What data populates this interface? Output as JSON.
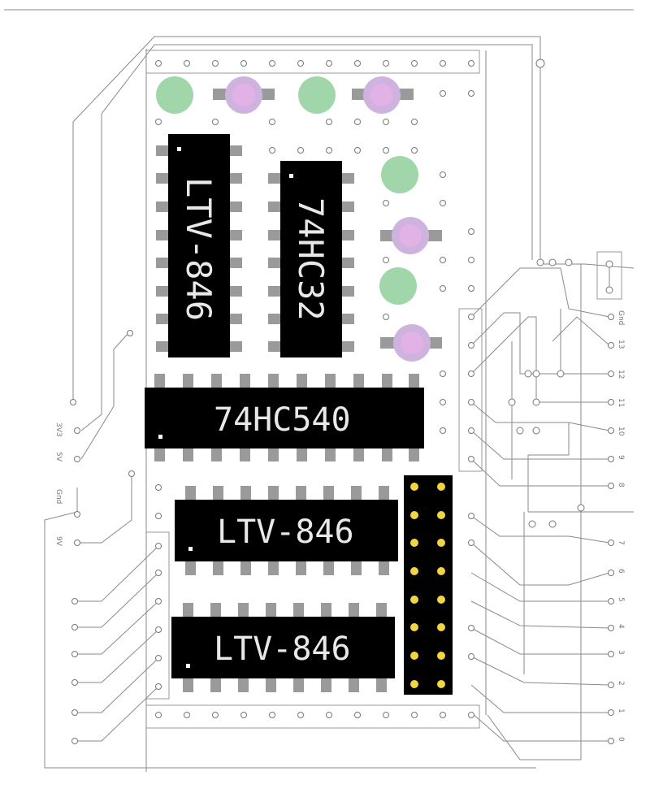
{
  "chips": [
    {
      "id": "ltv846-top",
      "label": "LTV-846"
    },
    {
      "id": "hc32",
      "label": "74HC32"
    },
    {
      "id": "hc540",
      "label": "74HC540"
    },
    {
      "id": "ltv846-mid",
      "label": "LTV-846"
    },
    {
      "id": "ltv846-bottom",
      "label": "LTV-846"
    }
  ],
  "power_labels": [
    "3V3",
    "5V",
    "Gnd",
    "9V"
  ],
  "pin_labels": [
    "Gnd",
    "13",
    "12",
    "11",
    "10",
    "9",
    "8",
    "7",
    "6",
    "5",
    "4",
    "3",
    "2",
    "1",
    "0"
  ],
  "colors": {
    "chip": "#000000",
    "pin": "#9a9a9a",
    "header_pin": "#f2d640",
    "led_green": "#8fcf9a",
    "led_rgb": "#d9a7e0"
  }
}
